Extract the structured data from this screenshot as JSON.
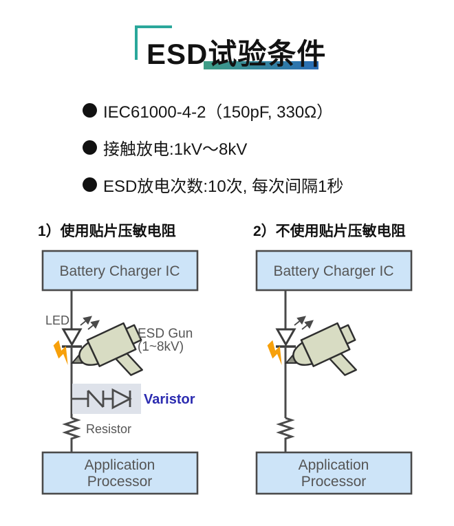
{
  "title": {
    "text": "ESD试验条件"
  },
  "bullets": [
    {
      "text": "IEC61000-4-2（150pF, 330Ω）"
    },
    {
      "text": "接触放电:1kV～8kV"
    },
    {
      "text": "ESD放电次数:10次, 每次间隔1秒"
    }
  ],
  "diagrams": {
    "left": {
      "heading": "1）使用贴片压敏电阻",
      "box_top": "Battery Charger IC",
      "box_bottom": [
        "Application",
        "Processor"
      ],
      "labels": {
        "led": "LED",
        "esd_gun1": "ESD Gun",
        "esd_gun2": "(1~8kV)",
        "varistor": "Varistor",
        "resistor": "Resistor"
      }
    },
    "right": {
      "heading": "2）不使用贴片压敏电阻",
      "box_top": "Battery Charger IC",
      "box_bottom": [
        "Application",
        "Processor"
      ]
    }
  },
  "colors": {
    "accent_teal": "#2aa79b",
    "title_bar_gradient_start": "#3f9e85",
    "title_bar_gradient_end": "#2a6cb6",
    "box_fill": "#cde4f8",
    "box_border": "#4a4a4a",
    "varistor_text": "#2b2bb0",
    "lightning_orange": "#f7a00a",
    "esd_gun_fill": "#d8dcc3"
  }
}
